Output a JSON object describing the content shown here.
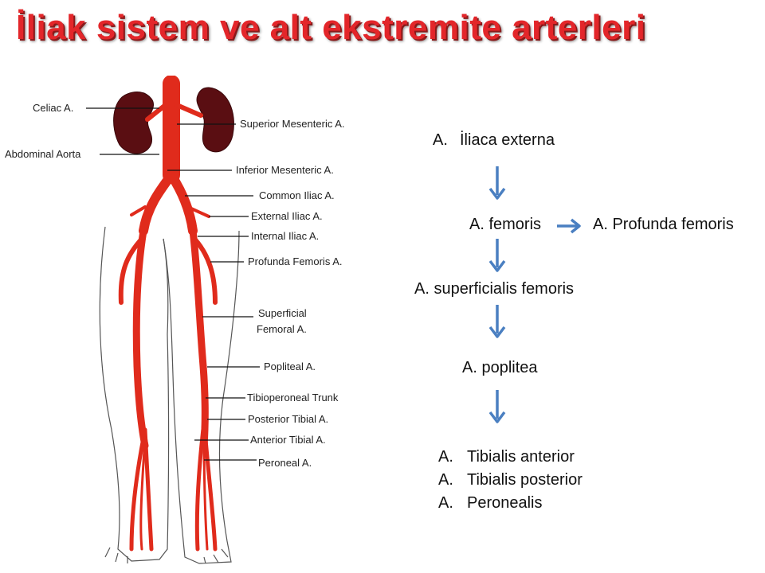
{
  "title": "İliak sistem ve alt ekstremite arterleri",
  "colors": {
    "title": "#e3262a",
    "artery": "#e02b1c",
    "kidney": "#5a0e12",
    "arrow": "#4a7fc1"
  },
  "anatomy_labels": {
    "celiac": "Celiac A.",
    "abdominal_aorta": "Abdominal Aorta",
    "superior_mesenteric": "Superior Mesenteric A.",
    "inferior_mesenteric": "Inferior Mesenteric A.",
    "common_iliac": "Common Iliac A.",
    "external_iliac": "External Iliac A.",
    "internal_iliac": "Internal Iliac A.",
    "profunda_femoris": "Profunda Femoris A.",
    "superficial_femoral_1": "Superficial",
    "superficial_femoral_2": "Femoral A.",
    "popliteal": "Popliteal A.",
    "tibioperoneal": "Tibioperoneal Trunk",
    "posterior_tibial": "Posterior Tibial A.",
    "anterior_tibial": "Anterior Tibial A.",
    "peroneal": "Peroneal A."
  },
  "flow": {
    "iliaca_prefix": "A.",
    "iliaca_name": "İliaca externa",
    "femoris": "A. femoris",
    "profunda": "A. Profunda femoris",
    "superficialis": "A. superficialis femoris",
    "poplitea": "A. poplitea",
    "branches": [
      {
        "prefix": "A.",
        "name": "Tibialis anterior"
      },
      {
        "prefix": "A.",
        "name": "Tibialis posterior"
      },
      {
        "prefix": "A.",
        "name": "Peronealis"
      }
    ]
  }
}
